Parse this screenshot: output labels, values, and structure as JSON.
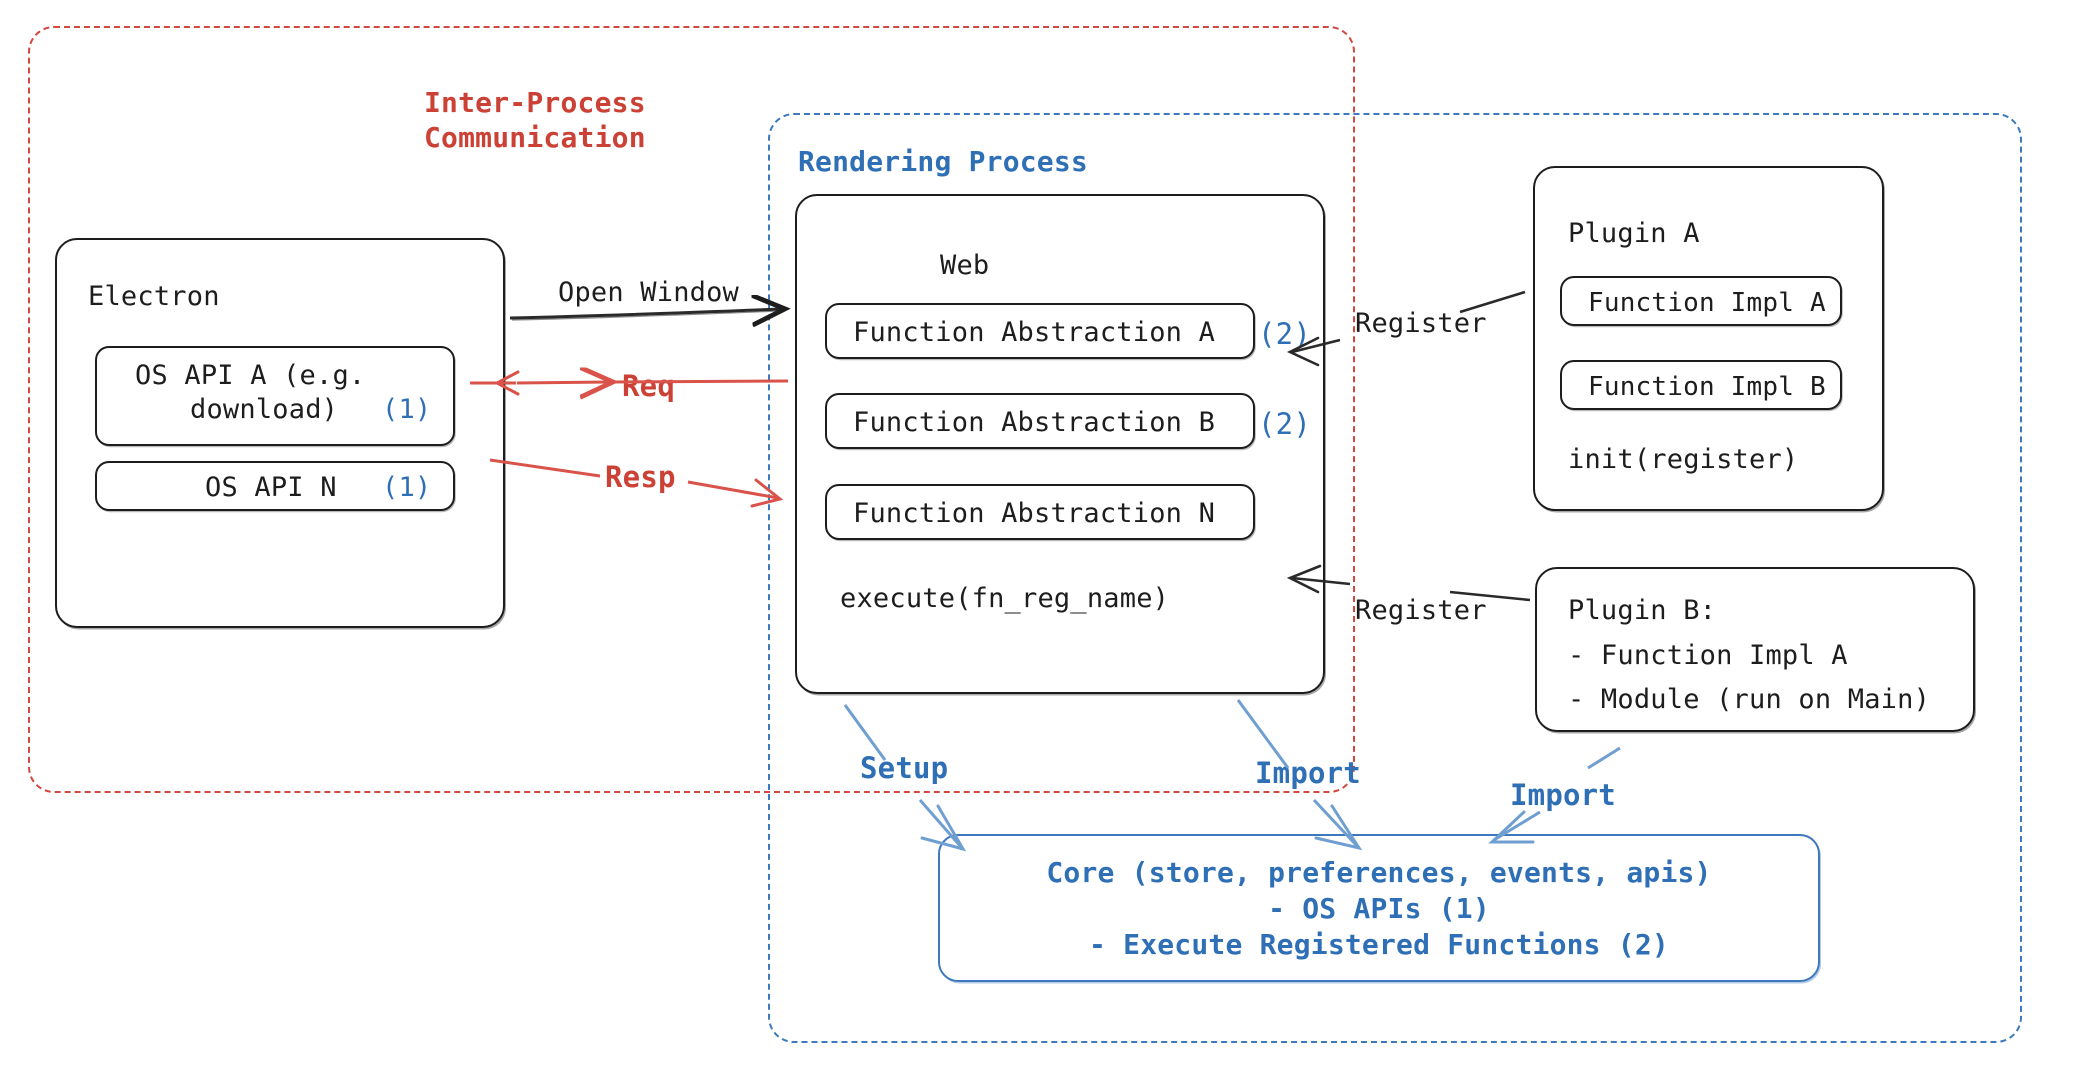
{
  "diagram": {
    "title": "Electron plugin architecture diagram",
    "colors": {
      "red": "#cc4135",
      "blue": "#2f6fb5",
      "ink": "#1d1d1d",
      "core_blue": "#3d79bd"
    },
    "regions": [
      {
        "id": "ipc",
        "label": "Inter-Process\nCommunication",
        "style": "dashed-red"
      },
      {
        "id": "rendering",
        "label": "Rendering Process",
        "style": "dashed-blue"
      }
    ],
    "ipc": {
      "label_line1": "Inter-Process",
      "label_line2": "Communication"
    },
    "rendering": {
      "label": "Rendering Process"
    },
    "electron": {
      "title": "Electron",
      "items": [
        {
          "label": "OS API A (e.g.\ndownload)",
          "line1": "OS API A (e.g.",
          "line2": "download)",
          "tag": "(1)"
        },
        {
          "label": "OS API N",
          "line1": "OS API N",
          "line2": "",
          "tag": "(1)"
        }
      ]
    },
    "web": {
      "title": "Web",
      "abstractions": [
        {
          "label": "Function Abstraction A",
          "tag": "(2)"
        },
        {
          "label": "Function Abstraction B",
          "tag": "(2)"
        },
        {
          "label": "Function Abstraction N",
          "tag": ""
        }
      ],
      "footer": "execute(fn_reg_name)"
    },
    "plugin_a": {
      "title": "Plugin A",
      "items": [
        {
          "label": "Function Impl A"
        },
        {
          "label": "Function Impl B"
        }
      ],
      "footer": "init(register)"
    },
    "plugin_b": {
      "title": "Plugin B:",
      "lines": [
        "- Function Impl A",
        "- Module (run on Main)"
      ]
    },
    "core": {
      "line1": "Core (store, preferences, events, apis)",
      "line2": "- OS APIs (1)",
      "line3": "- Execute Registered Functions (2)"
    },
    "edges": [
      {
        "id": "open-window",
        "label": "Open Window",
        "color": "#1d1d1d"
      },
      {
        "id": "req",
        "label": "Req",
        "color": "#cc4135"
      },
      {
        "id": "resp",
        "label": "Resp",
        "color": "#cc4135"
      },
      {
        "id": "register-a",
        "label": "Register",
        "color": "#1d1d1d"
      },
      {
        "id": "register-b",
        "label": "Register",
        "color": "#1d1d1d"
      },
      {
        "id": "setup",
        "label": "Setup",
        "color": "#2f6fb5"
      },
      {
        "id": "import-web",
        "label": "Import",
        "color": "#2f6fb5"
      },
      {
        "id": "import-plugin-b",
        "label": "Import",
        "color": "#2f6fb5"
      }
    ]
  }
}
